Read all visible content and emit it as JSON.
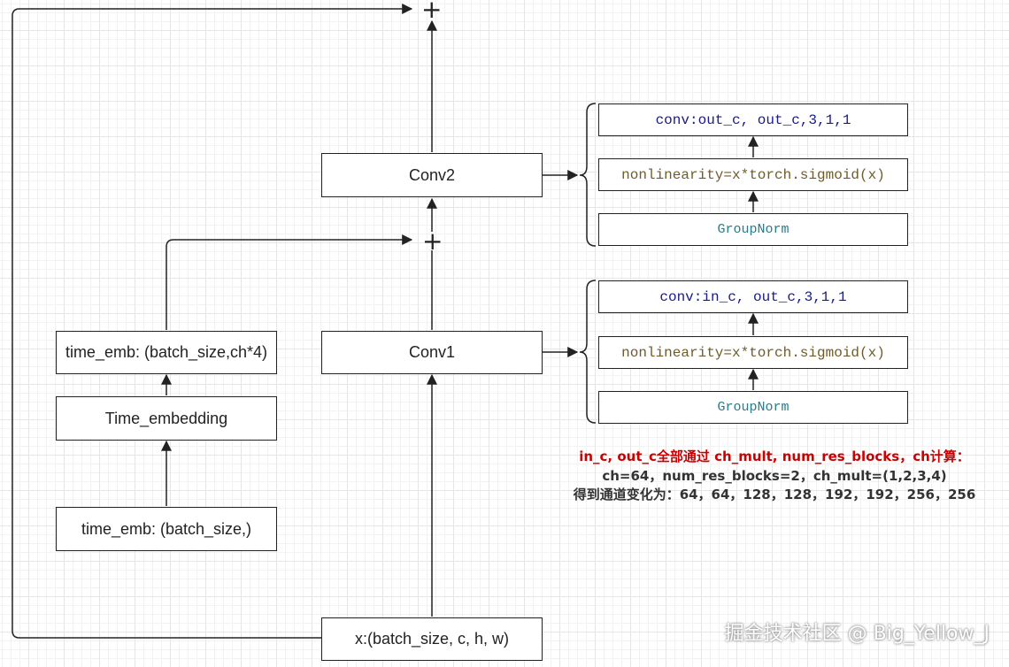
{
  "diagram": {
    "plus_symbol": "+",
    "left_column": {
      "time_emb_input": "time_emb: (batch_size,)",
      "time_embedding": "Time_embedding",
      "time_emb_output": "time_emb: (batch_size,ch*4)"
    },
    "main_column": {
      "input": "x:(batch_size, c, h, w)",
      "conv1": "Conv1",
      "conv2": "Conv2"
    },
    "conv2_detail": {
      "conv": "conv:out_c, out_c,3,1,1",
      "nonlinearity": "nonlinearity=x*torch.sigmoid(x)",
      "groupnorm": "GroupNorm"
    },
    "conv1_detail": {
      "conv": "conv:in_c, out_c,3,1,1",
      "nonlinearity": "nonlinearity=x*torch.sigmoid(x)",
      "groupnorm": "GroupNorm"
    },
    "notes": {
      "line1": "in_c, out_c全部通过 ch_mult, num_res_blocks，ch计算：",
      "line2": "ch=64，num_res_blocks=2，ch_mult=(1,2,3,4)",
      "line3": "得到通道变化为：64，64，128，128，192，192，256，256"
    },
    "watermark": "掘金技术社区 @ Big_Yellow_J"
  },
  "colors": {
    "line": "#222222",
    "conv_text": "#1a1a8a",
    "nonlinearity_text": "#6e5c2a",
    "groupnorm_text": "#2a7a8a",
    "note_red": "#cc0000",
    "note_dark": "#333333"
  }
}
